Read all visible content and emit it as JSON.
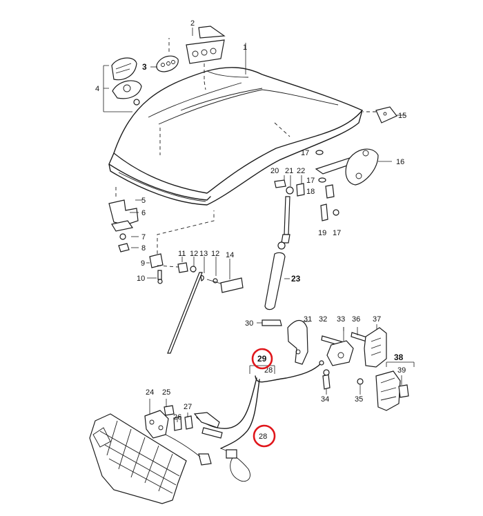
{
  "diagram": {
    "highlight_color": "#e0161b",
    "labels": {
      "p1": "1",
      "p2": "2",
      "p3": "3",
      "p4": "4",
      "p5": "5",
      "p6": "6",
      "p7": "7",
      "p8": "8",
      "p9": "9",
      "p10": "10",
      "p11": "11",
      "p12a": "12",
      "p12b": "12",
      "p13": "13",
      "p14": "14",
      "p15": "15",
      "p16": "16",
      "p17a": "17",
      "p17b": "17",
      "p17c": "17",
      "p18": "18",
      "p19": "19",
      "p20": "20",
      "p21": "21",
      "p22": "22",
      "p23": "23",
      "p24": "24",
      "p25": "25",
      "p26": "26",
      "p27": "27",
      "p28a": "28",
      "p28b": "28",
      "p29": "29",
      "p30": "30",
      "p31": "31",
      "p32": "32",
      "p33": "33",
      "p34": "34",
      "p35": "35",
      "p36": "36",
      "p37": "37",
      "p38": "38",
      "p39": "39"
    },
    "highlighted_callouts": [
      "29",
      "28"
    ]
  }
}
